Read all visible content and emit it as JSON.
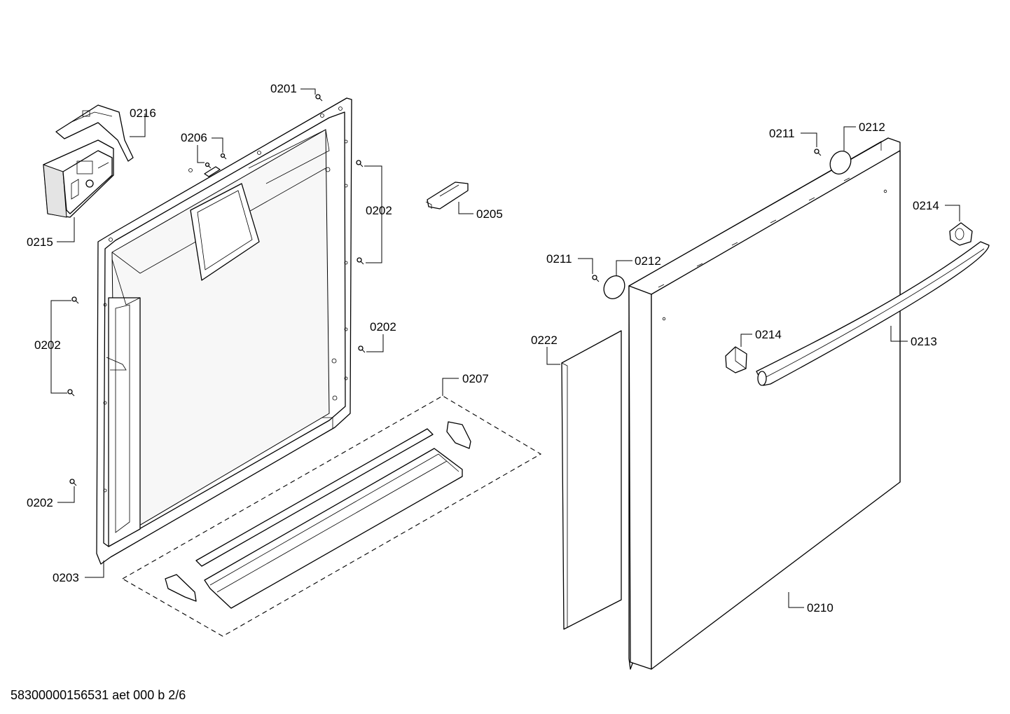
{
  "labels": {
    "p0201": "0201",
    "p0216": "0216",
    "p0206": "0206",
    "p0202_right_top": "0202",
    "p0205": "0205",
    "p0215": "0215",
    "p0202_left": "0202",
    "p0202_right_mid": "0202",
    "p0207": "0207",
    "p0202_left_bottom": "0202",
    "p0203": "0203",
    "p0211_top": "0211",
    "p0212_top": "0212",
    "p0214_top": "0214",
    "p0211_mid": "0211",
    "p0212_mid": "0212",
    "p0222": "0222",
    "p0214_mid": "0214",
    "p0213": "0213",
    "p0210": "0210"
  },
  "footer": {
    "document_id": "58300000156531 aet 000 b 2/6"
  }
}
